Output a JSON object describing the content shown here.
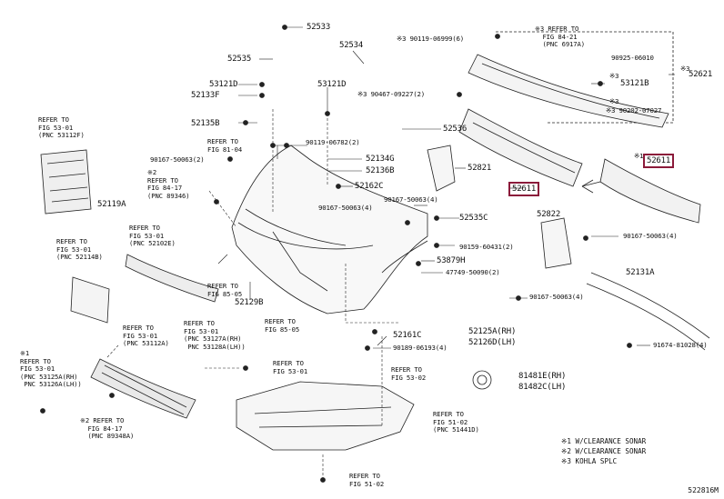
{
  "diagram": {
    "labels": {
      "p52533": "52533",
      "p52534": "52534",
      "p52535": "52535",
      "p53121D_a": "53121D",
      "p52133F": "52133F",
      "p52135B": "52135B",
      "p53121D_b": "53121D",
      "p52134G": "52134G",
      "p52136B": "52136B",
      "p52162C": "52162C",
      "p52536": "52536",
      "p52821": "52821",
      "p52611_main": "52611",
      "p52611_side": "52611",
      "p52621": "52621",
      "p53121B": "53121B",
      "p52119A": "52119A",
      "p52535C": "52535C",
      "p53879H": "53879H",
      "p52822": "52822",
      "p52131A": "52131A",
      "p52129B": "52129B",
      "p52161C": "52161C",
      "p52125A": "52125A(RH)",
      "p52126D": "52126D(LH)",
      "p81481E": "81481E(RH)",
      "p81482C": "81482C(LH)",
      "b90119_06999": "※3 90119-06999(6)",
      "b90925": "90925-06010",
      "b90467_09227": "※3 90467-09227(2)",
      "b90202": "※3 90202-07027",
      "b90119_06782": "90119-06782(2)",
      "b90167_50063_a": "90167-50063(2)",
      "b90167_50063_b": "90167-50063(4)",
      "b90167_50063_c": "90167-50063(4)",
      "b90167_50063_d": "90167-50063(4)",
      "b90167_50063_e": "90167-50063(4)",
      "b90159_60431": "90159-60431(2)",
      "b47749_50090": "47749-50090(2)",
      "b90189_06193": "90189-06193(4)",
      "b91674_81028": "91674-81028(4)",
      "mark_3_a": "※3",
      "mark_1_side": "※1",
      "mark_3_b": "※3",
      "mark_3_c": "※3"
    },
    "refs": {
      "r_53112F": "REFER TO\nFIG 53-01\n(PNC 53112F)",
      "r_8104": "REFER TO\nFIG 81-04",
      "r_8417_a": "※2\nREFER TO\nFIG 84-17\n(PNC 89346)",
      "r_8421": "※3 REFER TO\n  FIG 84-21\n  (PNC 6917A)",
      "r_52102E": "REFER TO\nFIG 53-01\n(PNC 52102E)",
      "r_52114B": "REFER TO\nFIG 53-01\n(PNC 52114B)",
      "r_8505_a": "REFER TO\nFIG 85-05",
      "r_8505_b": "REFER TO\nFIG 85-05",
      "r_53112A": "REFER TO\nFIG 53-01\n(PNC 53112A)",
      "r_53127A": "REFER TO\nFIG 53-01\n(PNC 53127A(RH)\n PNC 53128A(LH))",
      "r_5301_c": "REFER TO\nFIG 53-01",
      "r_5302": "REFER TO\nFIG 53-02",
      "r_53125A": "※1\nREFER TO\nFIG 53-01\n(PNC 53125A(RH)\n PNC 53126A(LH))",
      "r_8417_b": "※2 REFER TO\n  FIG 84-17\n  (PNC 89348A)",
      "r_51441D": "REFER TO\nFIG 51-02\n(PNC 51441D)",
      "r_5102": "REFER TO\nFIG 51-02"
    },
    "legend": "※1 W/CLEARANCE SONAR\n※2 W/CLEARANCE SONAR\n※3 KOHLA SPLC",
    "code": "522816M"
  }
}
